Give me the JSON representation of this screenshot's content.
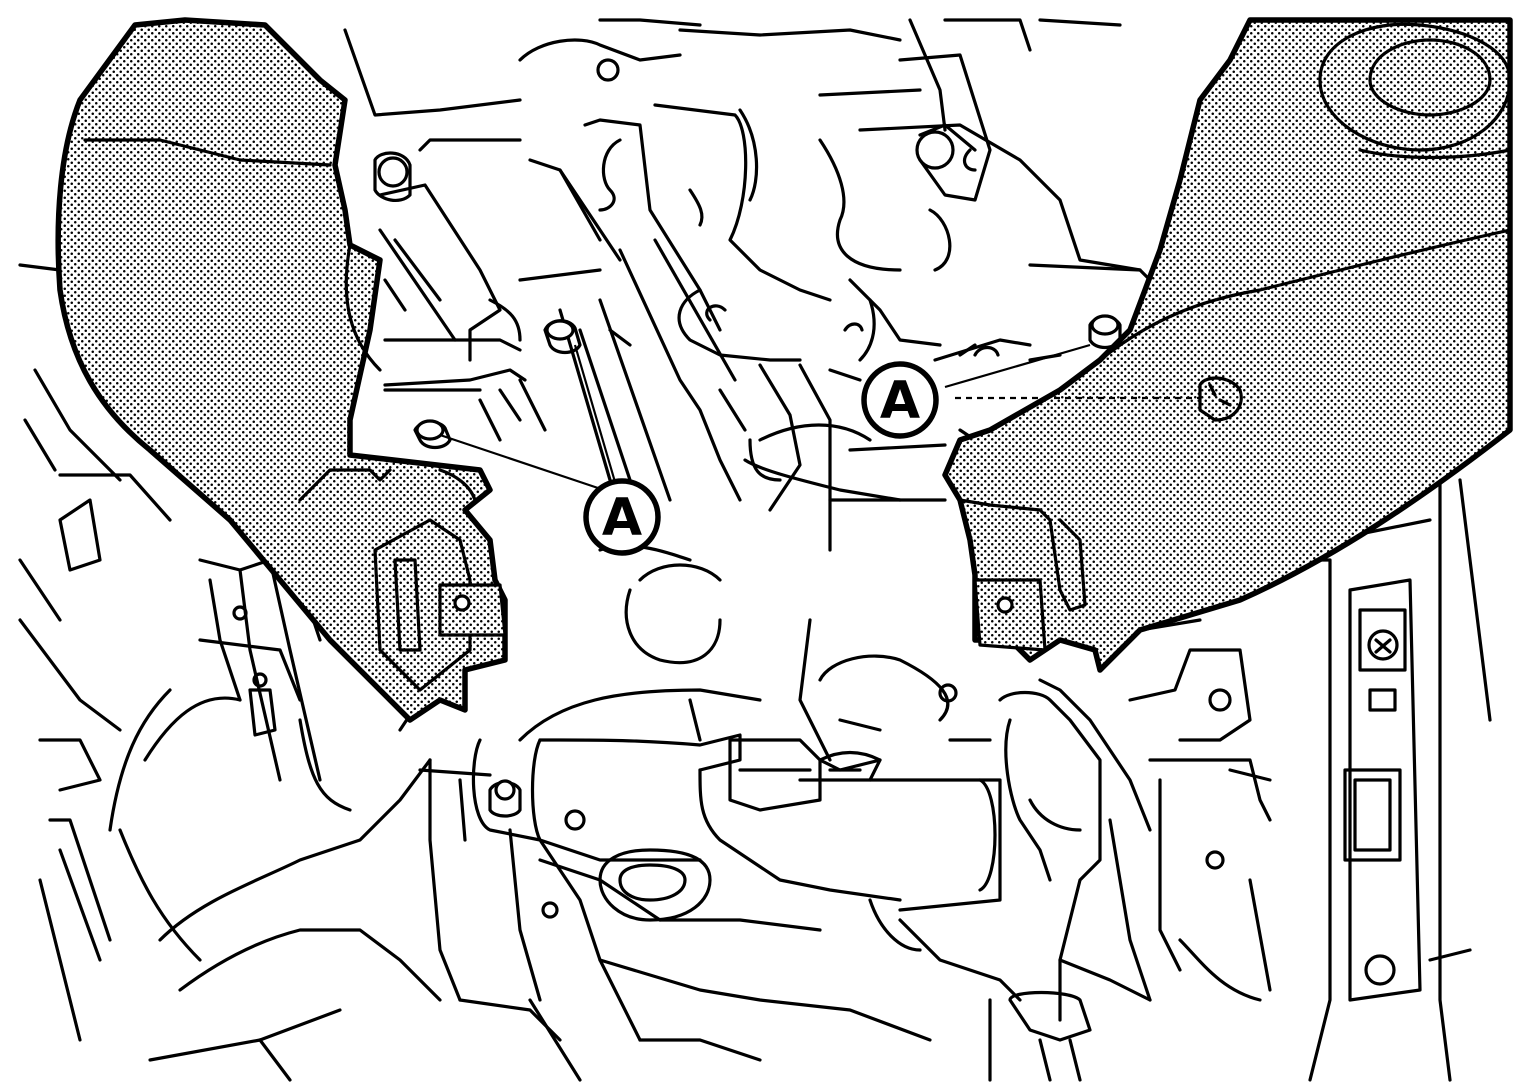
{
  "diagram": {
    "callouts": [
      {
        "id": "A1",
        "label": "A"
      },
      {
        "id": "A2",
        "label": "A"
      }
    ],
    "icons": [
      "bolt-icon",
      "connector-icon",
      "pattern-dots"
    ]
  }
}
